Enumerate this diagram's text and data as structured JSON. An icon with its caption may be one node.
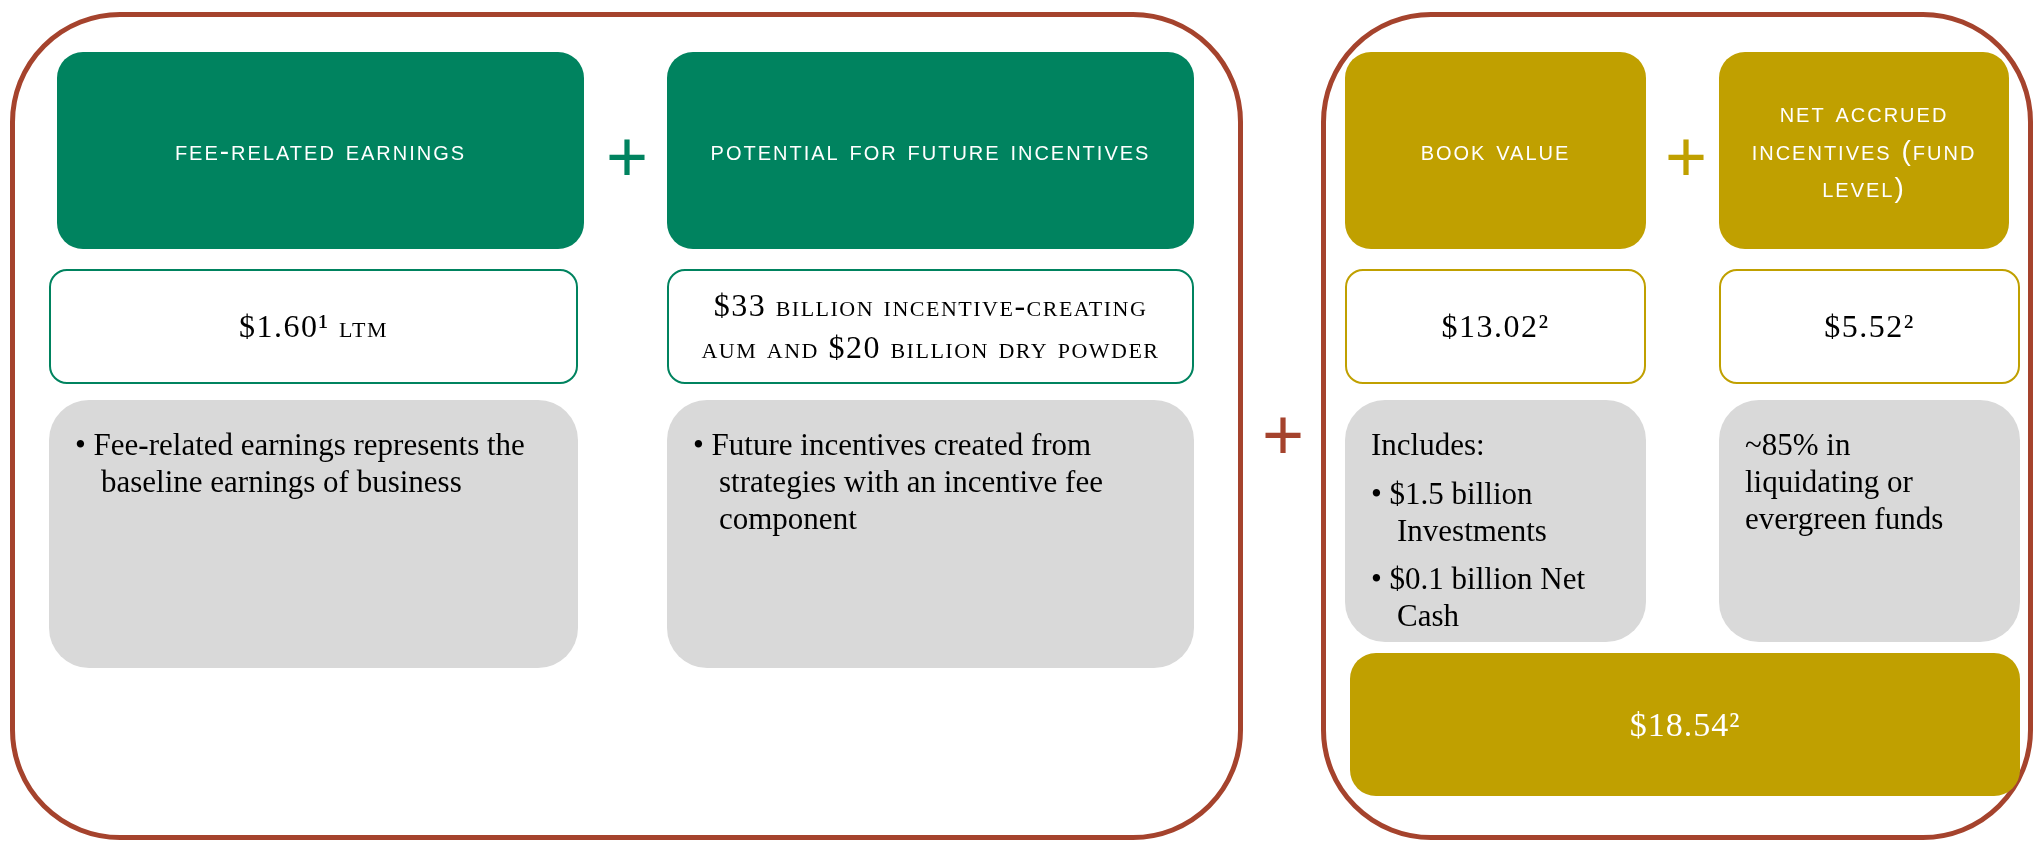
{
  "diagram": {
    "nodes": [
      {
        "text": [],
        "shape": "box"
      },
      {
        "text": [
          "fee-related earnings"
        ],
        "in": 0
      },
      {
        "text": [
          "potential for future incentives"
        ],
        "in": 0
      },
      {
        "text": [
          "$1.60¹ ltm"
        ],
        "in": 0
      },
      {
        "text": [
          "$33 billion incentive-creating aum and $20 billion dry powder"
        ],
        "in": 0
      },
      {
        "text": [
          "• Fee-related earnings represents the baseline earnings of business"
        ],
        "in": 0
      },
      {
        "text": [
          "• Future incentives created from strategies with an incentive fee component"
        ],
        "in": 0
      },
      {
        "text": [],
        "shape": "box"
      },
      {
        "text": [
          "book value"
        ],
        "in": 7
      },
      {
        "text": [
          "net accrued incentives (fund level)"
        ],
        "in": 7
      },
      {
        "text": [
          "$13.02²"
        ],
        "in": 7
      },
      {
        "text": [
          "$5.52²"
        ],
        "in": 7
      },
      {
        "text": [
          "Includes:",
          "• $1.5 billion Investments",
          "• $0.1 billion Net Cash"
        ],
        "in": 7
      },
      {
        "text": [
          "~85% in liquidating or evergreen funds"
        ],
        "in": 7
      },
      {
        "text": [
          "$18.54²"
        ],
        "in": 7
      }
    ],
    "edges": [],
    "labels": [
      "+",
      "+",
      "+"
    ]
  }
}
